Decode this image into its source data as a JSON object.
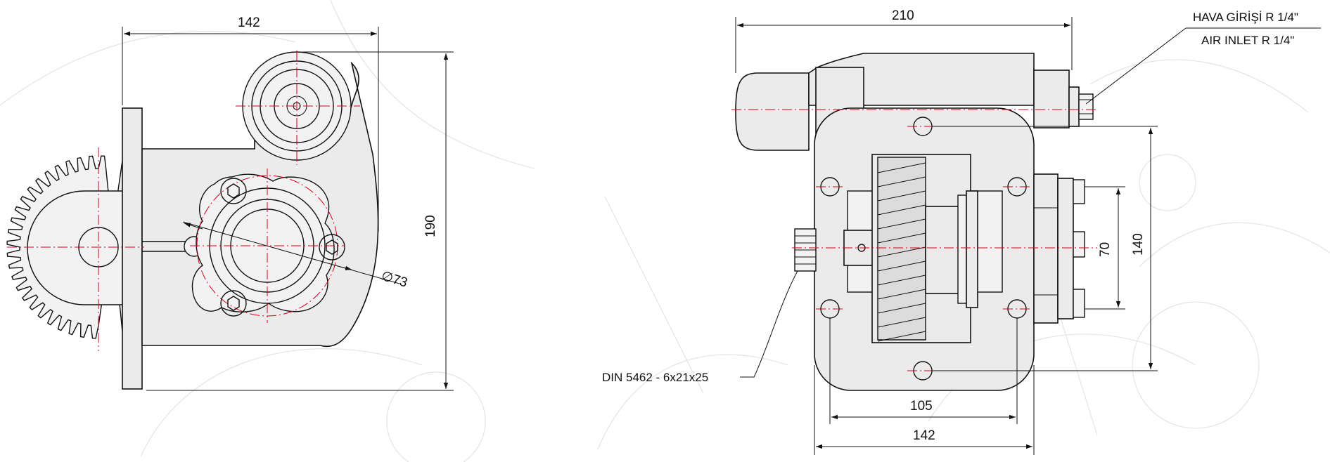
{
  "dimensions": {
    "left_width": "142",
    "left_height": "190",
    "left_flange_diameter": "∅73",
    "right_length": "210",
    "right_pitch_inner": "70",
    "right_pitch_outer": "140",
    "right_hole_spacing": "105",
    "right_width": "142"
  },
  "notes": {
    "air_inlet_tr": "HAVA GİRİŞİ R 1/4\"",
    "air_inlet_en": "AIR INLET R 1/4\"",
    "shaft_spec": "DIN 5462 - 6x21x25"
  },
  "colors": {
    "centerline": "#d9001b",
    "body_fill": "#ebebeb",
    "outline": "#111111"
  }
}
